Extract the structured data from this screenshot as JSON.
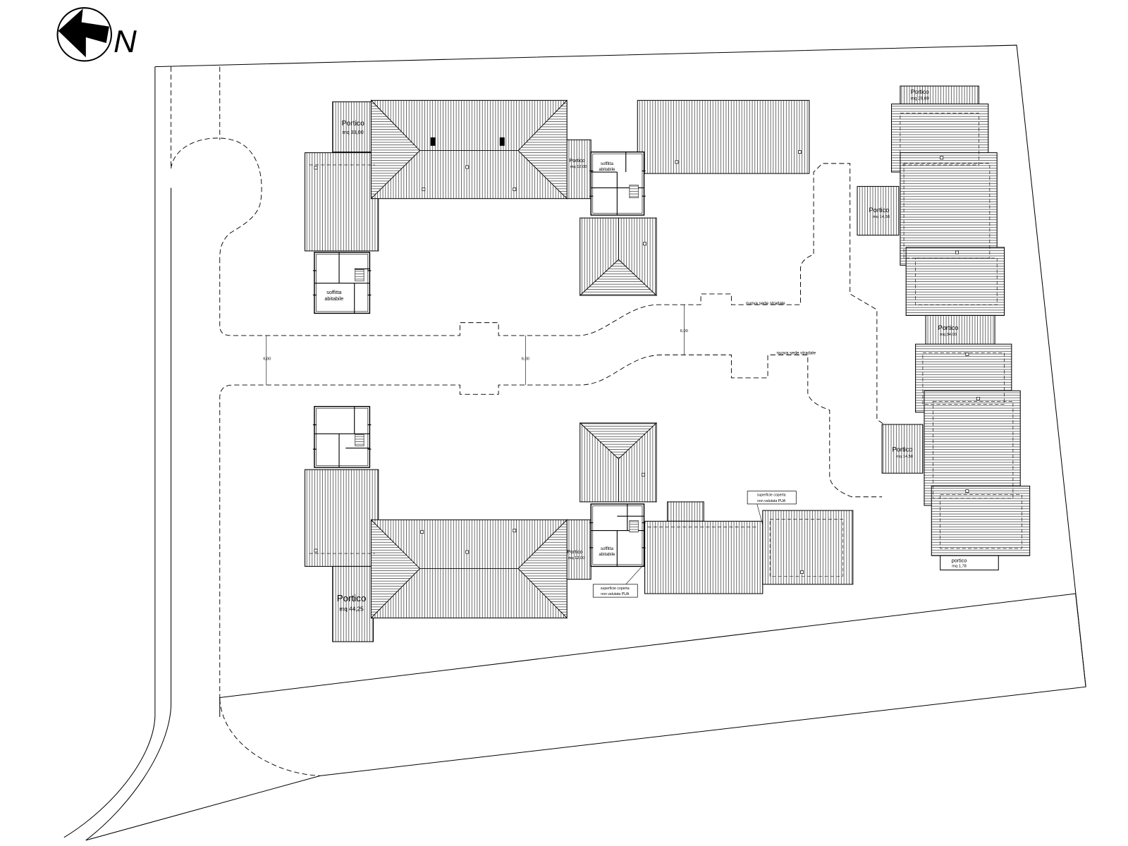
{
  "colors": {
    "ink": "#000000",
    "paper": "#ffffff"
  },
  "north_arrow": {
    "label": "N",
    "icon": "north-arrow-icon"
  },
  "porticos": [
    {
      "title": "Portico",
      "area": "mq 33,00"
    },
    {
      "title": "Portico",
      "area": "mq 44,25"
    },
    {
      "title": "Portico",
      "area": "mq 12,00"
    },
    {
      "title": "Portico",
      "area": "mq 12,00"
    },
    {
      "title": "Portico",
      "area": "mq 29,69"
    },
    {
      "title": "Portico",
      "area": "mq 14,58"
    },
    {
      "title": "Portico",
      "area": "mq 34,00"
    },
    {
      "title": "Portico",
      "area": "mq 14,58"
    },
    {
      "title": "portico",
      "area": "mq 1,78"
    }
  ],
  "rooms": [
    {
      "line1": "soffitta",
      "line2": "abitabile"
    },
    {
      "line1": "soffitta",
      "line2": "abitabile"
    },
    {
      "line1": "soffitta",
      "line2": "abitabile"
    }
  ],
  "dimensions": [
    "6,00",
    "6,00",
    "6,00"
  ],
  "road_notes": [
    "nuova sede stradale",
    "nuova sede stradale"
  ],
  "notes": [
    {
      "line1": "superficie coperta",
      "line2": "non valutata PUA"
    },
    {
      "line1": "superficie coperta",
      "line2": "non valutata PUA"
    }
  ]
}
